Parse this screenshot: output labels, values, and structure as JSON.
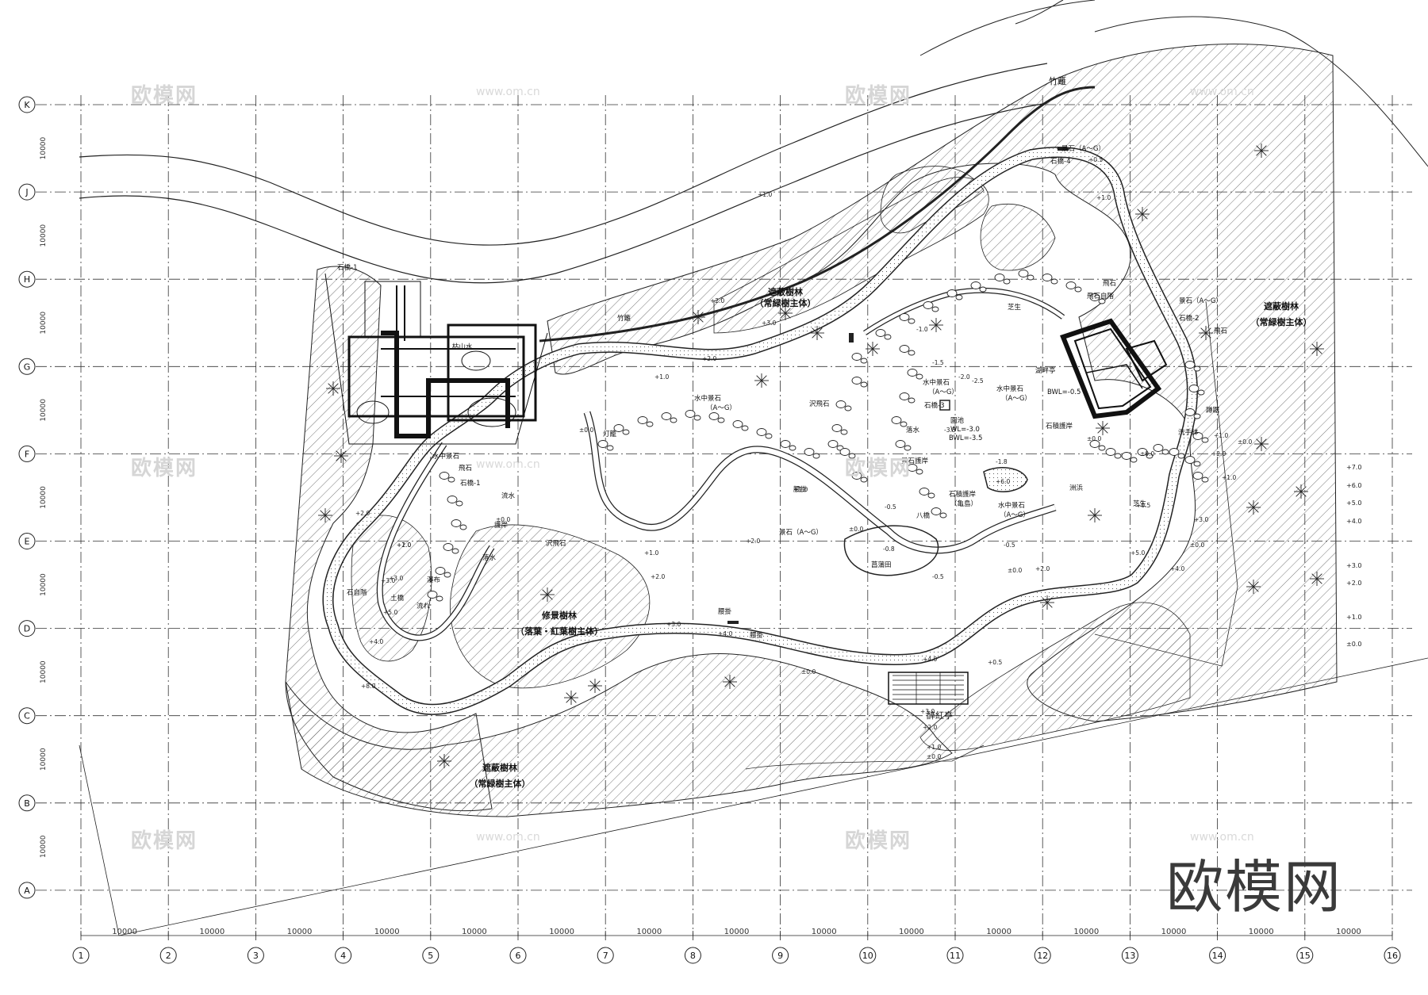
{
  "grid": {
    "columns": [
      "1",
      "2",
      "3",
      "4",
      "5",
      "6",
      "7",
      "8",
      "9",
      "10",
      "11",
      "12",
      "13",
      "14",
      "15",
      "16"
    ],
    "rows": [
      "K",
      "J",
      "H",
      "G",
      "F",
      "E",
      "D",
      "C",
      "B",
      "A"
    ],
    "spacing_label": "10000"
  },
  "areas": {
    "north_screen_forest": "遮蔽樹林",
    "north_screen_forest_sub": "（常緑樹主体）",
    "east_screen_forest": "遮蔽樹林",
    "east_screen_forest_sub": "（常緑樹主体）",
    "south_screen_forest": "遮蔽樹林",
    "south_screen_forest_sub": "（常緑樹主体）",
    "scenic_forest": "修景樹林",
    "scenic_forest_sub": "（落葉・紅葉樹主体）"
  },
  "features": {
    "bamboo_fence_top": "竹籬",
    "bamboo_fence_mid": "竹籬",
    "stone_bridge_1": "石橋-1",
    "stone_bridge_2": "石橋-2",
    "stone_bridge_3": "石橋-3",
    "stone_bridge_4": "石橋-4",
    "stone_bridge_top": "石橋-1",
    "karesansui": "枯山水",
    "water_stone_1": "水中景石",
    "water_stone_2": "水中景石",
    "water_stone_3": "水中景石",
    "water_stone_4": "水中景石",
    "water_stone_5": "水中景石",
    "range_ag": "（A～G）",
    "range_ag_2": "（A～G）",
    "range_ag_3": "（A～G）",
    "range_ag_4": "（A～G）",
    "scenic_stone_1": "景石（A～G）",
    "scenic_stone_2": "景石（A～G）",
    "scenic_stone_3": "景石（A～G）",
    "stepping_stone_1": "飛石",
    "stepping_stone_2": "飛石",
    "stepping_stone_3": "飛石",
    "stepping_stone_steps": "飛石自階",
    "stone_steps": "石自階",
    "flowing_water": "流水",
    "waterfall": "落水",
    "waterfall_2": "瀑布",
    "waterfall_3": "落水",
    "stone_revetment": "護岸",
    "stone_revetment_2": "景石護岸",
    "stone_revetment_3": "石積護岸",
    "stone_revetment_3_sub": "（亀島）",
    "stone_revetment_4": "石積護岸",
    "stone_slope": "沢飛石",
    "stone_slope_2": "沢飛石",
    "soil_bridge": "土橋",
    "dirt_path": "土橋",
    "bench_1": "腰掛",
    "bench_2": "腰掛",
    "bench_3": "腰掛",
    "bench_4": "腰掛",
    "pavilion": "醉紅亭",
    "eight_bridge": "八橋",
    "iris_field": "菖蒲田",
    "pond_label": "園池",
    "pond_wl": "WL=-3.0",
    "pond_bwl": "BWL=-3.5",
    "pond_wl2": "BWL=-0.5",
    "tea_house": "湖畔亭",
    "hand_wash": "洗手鉢",
    "gravel_beach": "洲浜",
    "grass_slope": "芝生",
    "tsukubai": "蹲踞",
    "dry_stream": "流れ",
    "dry_stream_2": "流れ",
    "stone_lantern": "灯籠"
  },
  "levels": {
    "l1": "+0.5",
    "l2": "+1.0",
    "l3": "+1.0",
    "l4": "+2.0",
    "l5": "+3.0",
    "l6": "+2.0",
    "l7": "+1.0",
    "l8": "±0.0",
    "l9": "±0.0",
    "l10": "+1.0",
    "l11": "+2.0",
    "l12": "+3.0",
    "l13": "+4.0",
    "l14": "+5.0",
    "l15": "+6.0",
    "l16": "+8.0",
    "l17": "+4.0",
    "l18": "+3.0",
    "l19": "+2.0",
    "l20": "+1.0",
    "l21": "±0.0",
    "l22": "+1.0",
    "l23": "+2.0",
    "l24": "+3.0",
    "l25": "+4.0",
    "l26": "+4.0",
    "l27": "+3.0",
    "l28": "+2.0",
    "l29": "+1.0",
    "l30": "±0.0",
    "l31": "-1.0",
    "l32": "-1.5",
    "l33": "-2.0",
    "l34": "-2.5",
    "l35": "-3.5",
    "l36": "-0.5",
    "l37": "-0.8",
    "l38": "-1.8",
    "l39": "-0.5",
    "l40": "-0.5",
    "l41": "±0.0",
    "l42": "+0.5",
    "l43": "±0.0",
    "l44": "±0.0",
    "l45": "+1.0",
    "l46": "+2.0",
    "l47": "±0.0",
    "l48": "+0.5",
    "l49": "±0.0",
    "l50": "+2.0",
    "l51": "±0.0",
    "l52": "+1.0",
    "l53": "+2.0",
    "l54": "+3.0",
    "l55": "+5.0"
  },
  "legend_right": [
    "+7.0",
    "+6.0",
    "+5.0",
    "+4.0",
    "+3.0",
    "+2.0",
    "+1.0",
    "±0.0"
  ],
  "watermark": {
    "brand": "欧模网",
    "url": "www.om.cn"
  }
}
